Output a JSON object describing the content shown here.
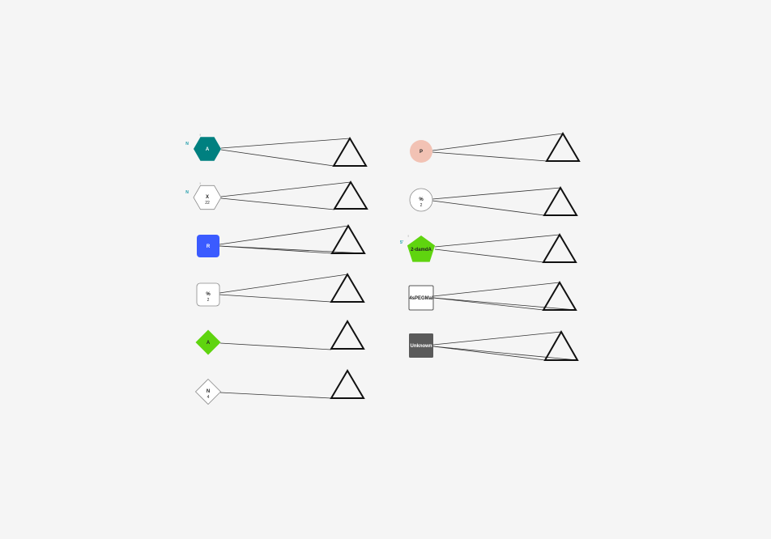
{
  "colors": {
    "background": "#f5f5f5",
    "teal": "#008080",
    "blue": "#3b5bff",
    "green": "#5fd40f",
    "salmon": "#f2c2b4",
    "dark_gray": "#5a5a5a",
    "outline": "#8a8a8a",
    "annotation": "#1a9aa8"
  },
  "monomers": [
    {
      "id": "m1",
      "shape": "hexagon",
      "fill": "teal",
      "label": "A",
      "sub": "",
      "terminal": "N",
      "mark": "!"
    },
    {
      "id": "m2",
      "shape": "hexagon",
      "fill": "white",
      "label": "X",
      "sub": "22",
      "terminal": "N",
      "mark": "!"
    },
    {
      "id": "m3",
      "shape": "rounded-square",
      "fill": "blue",
      "label": "R",
      "sub": "",
      "terminal": "",
      "mark": ""
    },
    {
      "id": "m4",
      "shape": "rounded-square",
      "fill": "white",
      "label": "%",
      "sub": "2",
      "terminal": "",
      "mark": ""
    },
    {
      "id": "m5",
      "shape": "diamond",
      "fill": "green",
      "label": "A",
      "sub": "",
      "terminal": "",
      "mark": ""
    },
    {
      "id": "m6",
      "shape": "diamond",
      "fill": "white",
      "label": "N",
      "sub": "4",
      "terminal": "",
      "mark": ""
    },
    {
      "id": "m7",
      "shape": "circle",
      "fill": "salmon",
      "label": "P",
      "sub": "",
      "terminal": "",
      "mark": ""
    },
    {
      "id": "m8",
      "shape": "circle",
      "fill": "white",
      "label": "%",
      "sub": "2",
      "terminal": "",
      "mark": ""
    },
    {
      "id": "m9",
      "shape": "pentagon",
      "fill": "green",
      "label": "2-damdA",
      "sub": "",
      "terminal": "5'",
      "mark": "!"
    },
    {
      "id": "m10",
      "shape": "square",
      "fill": "white",
      "label": "4sPEGMal",
      "sub": "",
      "terminal": "",
      "mark": ""
    },
    {
      "id": "m11",
      "shape": "square",
      "fill": "dark_gray",
      "label": "Unknown",
      "sub": "",
      "terminal": "",
      "mark": ""
    }
  ]
}
